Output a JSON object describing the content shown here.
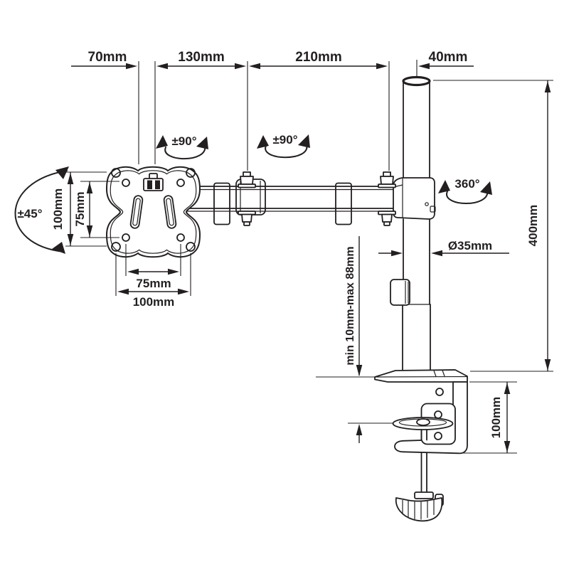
{
  "diagram": {
    "type": "technical-drawing",
    "subject": "single monitor desk mount arm",
    "colors": {
      "line": "#231f20",
      "background": "#ffffff"
    },
    "labels": {
      "top_70": "70mm",
      "top_130": "130mm",
      "top_210": "210mm",
      "top_40": "40mm",
      "vesa_tilt": "±45°",
      "vesa_swivel": "±90°",
      "arm_swivel": "±90°",
      "pole_rotation": "360°",
      "vesa_h_outer": "100mm",
      "vesa_h_inner": "75mm",
      "vesa_w_inner": "75mm",
      "vesa_w_outer": "100mm",
      "pole_dia": "Ø35mm",
      "pole_h": "400mm",
      "clamp_range": "min 10mm-max 88mm",
      "clamp_h": "100mm"
    }
  }
}
